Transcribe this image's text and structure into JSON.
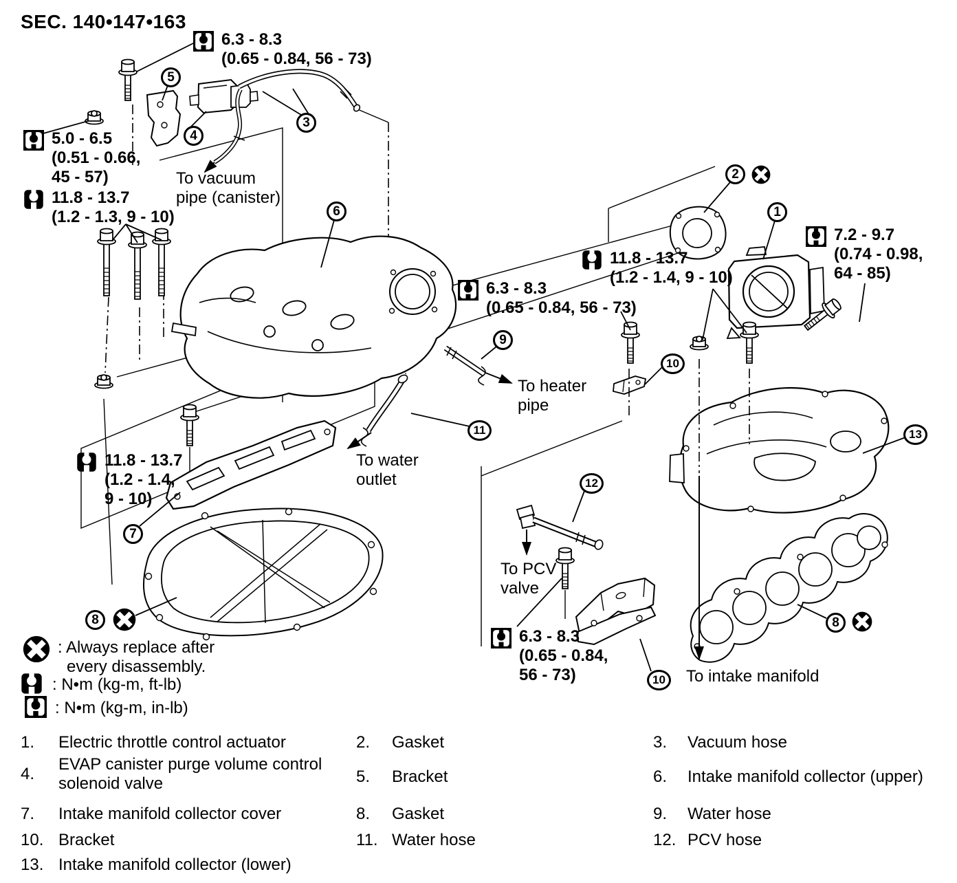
{
  "title": "SEC. 140•147•163",
  "torque_specs": [
    {
      "unit": "in-lb",
      "lines": [
        "6.3 - 8.3",
        "(0.65 - 0.84, 56 - 73)"
      ]
    },
    {
      "unit": "in-lb",
      "lines": [
        "5.0 - 6.5",
        "(0.51 - 0.66,",
        "45 - 57)"
      ]
    },
    {
      "unit": "ft-lb",
      "lines": [
        "11.8 - 13.7",
        "(1.2 - 1.3, 9 - 10)"
      ]
    },
    {
      "unit": "ft-lb",
      "lines": [
        "11.8 - 13.7",
        "(1.2 - 1.4, 9 - 10)"
      ]
    },
    {
      "unit": "in-lb",
      "lines": [
        "6.3 - 8.3",
        "(0.65 - 0.84, 56 - 73)"
      ]
    },
    {
      "unit": "in-lb",
      "lines": [
        "7.2 - 9.7",
        "(0.74 - 0.98,",
        "64 - 85)"
      ]
    },
    {
      "unit": "ft-lb",
      "lines": [
        "11.8 - 13.7",
        "(1.2 - 1.4,",
        "9 - 10)"
      ]
    },
    {
      "unit": "in-lb",
      "lines": [
        "6.3 - 8.3",
        "(0.65 - 0.84,",
        "56 - 73)"
      ]
    }
  ],
  "flow_labels": [
    {
      "lines": [
        "To vacuum",
        "pipe (canister)"
      ]
    },
    {
      "lines": [
        "To heater",
        "pipe"
      ]
    },
    {
      "lines": [
        "To water",
        "outlet"
      ]
    },
    {
      "lines": [
        "To PCV",
        "valve"
      ]
    },
    {
      "lines": [
        "To intake manifold"
      ]
    }
  ],
  "callout_instances": [
    {
      "num": "5"
    },
    {
      "num": "4"
    },
    {
      "num": "3"
    },
    {
      "num": "6"
    },
    {
      "num": "2"
    },
    {
      "num": "1"
    },
    {
      "num": "9"
    },
    {
      "num": "10"
    },
    {
      "num": "11"
    },
    {
      "num": "13"
    },
    {
      "num": "7"
    },
    {
      "num": "12"
    },
    {
      "num": "8"
    },
    {
      "num": "8"
    },
    {
      "num": "10"
    }
  ],
  "legend": {
    "replace_line1": ": Always replace after",
    "replace_line2": "every disassembly.",
    "ftlb_label": ": N•m (kg-m, ft-lb)",
    "inlb_label": ": N•m (kg-m, in-lb)"
  },
  "parts": [
    {
      "num": "1.",
      "name": "Electric throttle control actuator"
    },
    {
      "num": "2.",
      "name": "Gasket"
    },
    {
      "num": "3.",
      "name": "Vacuum hose"
    },
    {
      "num": "4.",
      "name": "EVAP canister purge volume control solenoid valve"
    },
    {
      "num": "5.",
      "name": "Bracket"
    },
    {
      "num": "6.",
      "name": "Intake manifold collector (upper)"
    },
    {
      "num": "7.",
      "name": "Intake manifold collector cover"
    },
    {
      "num": "8.",
      "name": "Gasket"
    },
    {
      "num": "9.",
      "name": "Water hose"
    },
    {
      "num": "10.",
      "name": "Bracket"
    },
    {
      "num": "11.",
      "name": "Water hose"
    },
    {
      "num": "12.",
      "name": "PCV hose"
    },
    {
      "num": "13.",
      "name": "Intake manifold collector (lower)"
    }
  ],
  "colors": {
    "ink": "#000000",
    "paper": "#ffffff"
  }
}
